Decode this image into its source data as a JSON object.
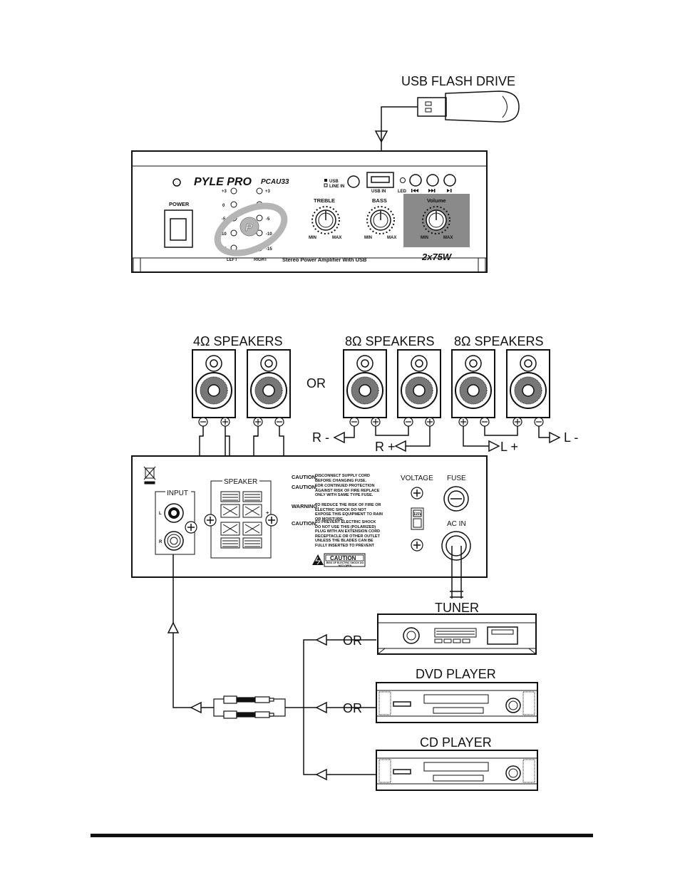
{
  "usb_drive": {
    "label": "USB FLASH DRIVE"
  },
  "front_panel": {
    "brand": "PYLE PRO",
    "model": "PCAU33",
    "usb_text": "USB",
    "line_in_text": "LINE IN",
    "usb_in_label": "USB IN",
    "led_label": "LED",
    "prev_icon": "skip-back-icon",
    "next_icon": "skip-forward-icon",
    "play_icon": "play-pause-icon",
    "power_label": "POWER",
    "level_labels": [
      "+3",
      "0",
      "-5",
      "-10",
      "-15"
    ],
    "level_labels_right": [
      "+3",
      "0",
      "-5",
      "-10",
      "-15"
    ],
    "left_label": "LEFT",
    "right_label": "RIGHT",
    "treble_label": "TREBLE",
    "bass_label": "BASS",
    "volume_label": "Volume",
    "min_label": "MIN",
    "max_label": "MAX",
    "subtitle": "Stereo Power Amplifier With USB",
    "power_rating": "2x75W"
  },
  "speakers": {
    "group1_label": "4Ω SPEAKERS",
    "group2_label": "8Ω SPEAKERS",
    "group3_label": "8Ω SPEAKERS",
    "or_label": "OR",
    "r_minus": "R -",
    "r_plus": "R +",
    "l_plus": "L +",
    "l_minus": "L -"
  },
  "rear_panel": {
    "input_label": "INPUT",
    "l_label": "L",
    "r_label": "R",
    "speaker_label": "SPEAKER",
    "caution1_title": "CAUTION:",
    "caution1_text": "DISCONNECT SUPPLY CORD BEFORE CHANGING FUSE.",
    "caution2_title": "CAUTION:",
    "caution2_text": "FOR CONTINUED PROTECTION AGAINST RISK OF FIRE REPLACE ONLY WITH SAME TYPE FUSE.",
    "warning_title": "WARNING:",
    "warning_text": "TO REDUCE THE RISK OF FIRE OR ELECTRIC SHOCK DO NOT EXPOSE THIS EQUIPMENT TO RAIN OR MOISTURE.",
    "caution3_title": "CAUTION:",
    "caution3_text": "TO PREVENT ELECTRIC SHOCK DO NOT USE THIS (POLARIZED) PLUG WITH AN EXTENSION CORD RECEPTACLE OR OTHER OUTLET UNLESS THE BLADES CAN BE FULLY INSERTED TO PREVENT BLADE EXPOSURE",
    "caution_box": "CAUTION",
    "caution_box_sub": "RISK OF ELECTRIC SHOCK DO NOT OPEN",
    "voltage_label": "VOLTAGE",
    "voltage_value": "115V",
    "fuse_label": "FUSE",
    "ac_in_label": "AC IN"
  },
  "sources": {
    "tuner_label": "TUNER",
    "dvd_label": "DVD PLAYER",
    "cd_label": "CD PLAYER",
    "or1": "OR",
    "or2": "OR"
  },
  "colors": {
    "ink": "#111111",
    "volume_panel": "#8a8a8a",
    "logo_gray": "#b5b5b5"
  }
}
